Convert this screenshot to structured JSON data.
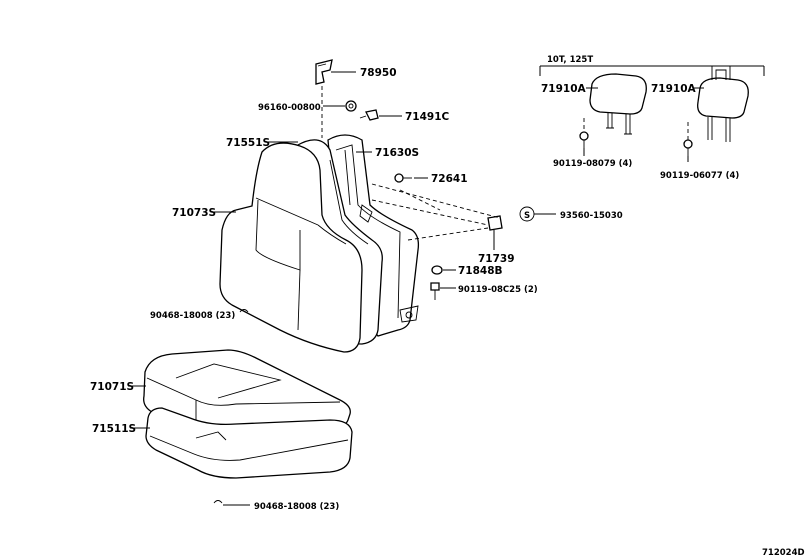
{
  "parts": {
    "p78950": "78950",
    "p96160": "96160-00800",
    "p71491c": "71491C",
    "p71551s": "71551S",
    "p71630s": "71630S",
    "p72641": "72641",
    "p71073s": "71073S",
    "p93560": "93560-15030",
    "p71739": "71739",
    "p71848b": "71848B",
    "p90119_08c25": "90119-08C25 (2)",
    "p90468_a": "90468-18008 (23)",
    "p71071s": "71071S",
    "p71511s": "71511S",
    "p90468_b": "90468-18008 (23)",
    "p71910a_left": "71910A",
    "p71910a_right": "71910A",
    "p90119_08079": "90119-08079 (4)",
    "p90119_06077": "90119-06077 (4)"
  },
  "variant_label": "10T, 125T",
  "s_symbol": "S",
  "drawing_number": "712024D"
}
